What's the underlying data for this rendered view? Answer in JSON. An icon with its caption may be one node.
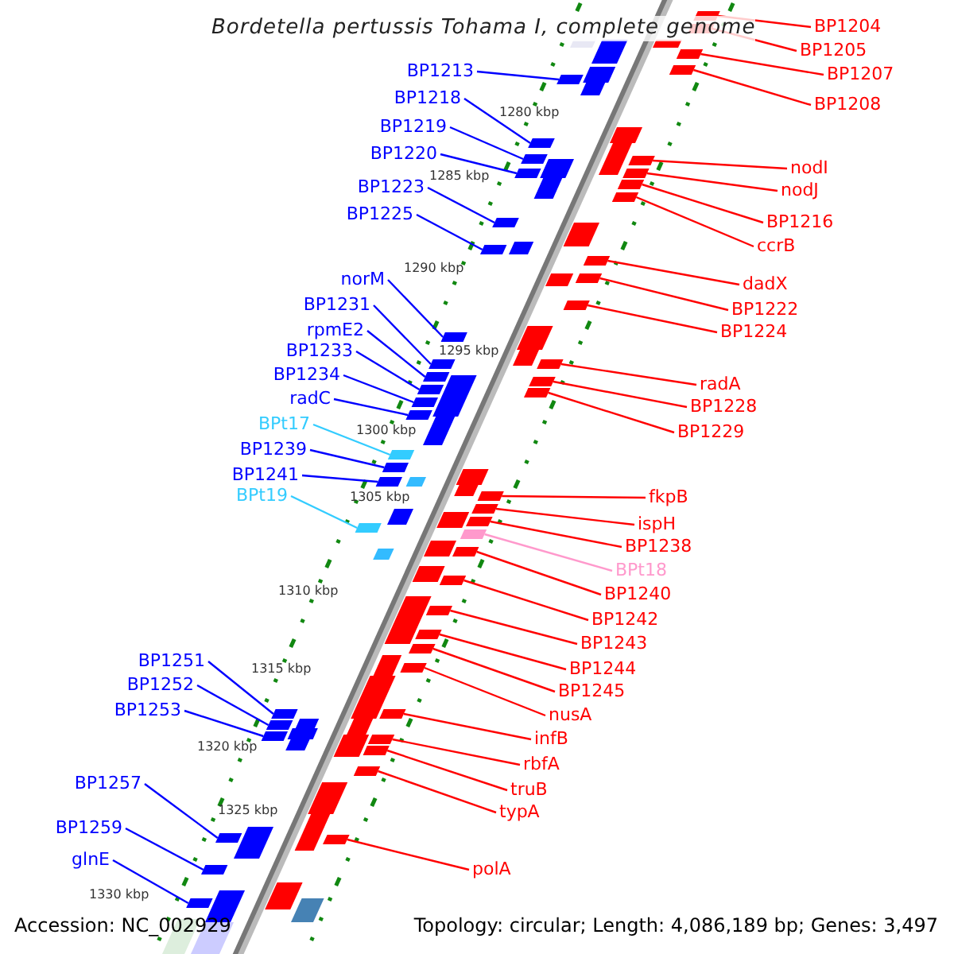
{
  "diagram": {
    "title": "Bordetella pertussis Tohama I, complete genome",
    "nodes": [
      {
        "text": [
          "BP1213"
        ]
      },
      {
        "text": [
          "BP1218"
        ]
      },
      {
        "text": [
          "BP1219"
        ]
      },
      {
        "text": [
          "BP1220"
        ]
      },
      {
        "text": [
          "BP1223"
        ]
      },
      {
        "text": [
          "BP1225"
        ]
      },
      {
        "text": [
          "norM"
        ]
      },
      {
        "text": [
          "BP1231"
        ]
      },
      {
        "text": [
          "rpmE2"
        ]
      },
      {
        "text": [
          "BP1233"
        ]
      },
      {
        "text": [
          "BP1234"
        ]
      },
      {
        "text": [
          "radC"
        ]
      },
      {
        "text": [
          "BPt17"
        ]
      },
      {
        "text": [
          "BP1239"
        ]
      },
      {
        "text": [
          "BP1241"
        ]
      },
      {
        "text": [
          "BPt19"
        ]
      },
      {
        "text": [
          "BP1251"
        ]
      },
      {
        "text": [
          "BP1252"
        ]
      },
      {
        "text": [
          "BP1253"
        ]
      },
      {
        "text": [
          "BP1257"
        ]
      },
      {
        "text": [
          "BP1259"
        ]
      },
      {
        "text": [
          "glnE"
        ]
      },
      {
        "text": [
          "BP1204"
        ]
      },
      {
        "text": [
          "BP1205"
        ]
      },
      {
        "text": [
          "BP1207"
        ]
      },
      {
        "text": [
          "BP1208"
        ]
      },
      {
        "text": [
          "nodI"
        ]
      },
      {
        "text": [
          "nodJ"
        ]
      },
      {
        "text": [
          "BP1216"
        ]
      },
      {
        "text": [
          "ccrB"
        ]
      },
      {
        "text": [
          "dadX"
        ]
      },
      {
        "text": [
          "BP1222"
        ]
      },
      {
        "text": [
          "BP1224"
        ]
      },
      {
        "text": [
          "radA"
        ]
      },
      {
        "text": [
          "BP1228"
        ]
      },
      {
        "text": [
          "BP1229"
        ]
      },
      {
        "text": [
          "fkpB"
        ]
      },
      {
        "text": [
          "ispH"
        ]
      },
      {
        "text": [
          "BP1238"
        ]
      },
      {
        "text": [
          "BPt18"
        ]
      },
      {
        "text": [
          "BP1240"
        ]
      },
      {
        "text": [
          "BP1242"
        ]
      },
      {
        "text": [
          "BP1243"
        ]
      },
      {
        "text": [
          "BP1244"
        ]
      },
      {
        "text": [
          "BP1245"
        ]
      },
      {
        "text": [
          "nusA"
        ]
      },
      {
        "text": [
          "infB"
        ]
      },
      {
        "text": [
          "rbfA"
        ]
      },
      {
        "text": [
          "truB"
        ]
      },
      {
        "text": [
          "typA"
        ]
      },
      {
        "text": [
          "polA"
        ]
      },
      {
        "text": [],
        "shape": "box"
      },
      {
        "text": [],
        "shape": "box"
      },
      {
        "text": [],
        "shape": "box"
      },
      {
        "text": [],
        "shape": "box"
      },
      {
        "text": [],
        "shape": "box"
      },
      {
        "text": [],
        "shape": "box"
      },
      {
        "text": [],
        "shape": "box"
      },
      {
        "text": [],
        "shape": "box"
      },
      {
        "text": [],
        "shape": "box"
      },
      {
        "text": [],
        "shape": "box"
      },
      {
        "text": [],
        "shape": "box"
      },
      {
        "text": [],
        "shape": "box"
      },
      {
        "text": [],
        "shape": "box"
      },
      {
        "text": [],
        "shape": "box"
      },
      {
        "text": [],
        "shape": "box"
      },
      {
        "text": [],
        "shape": "box"
      },
      {
        "text": [],
        "shape": "box"
      },
      {
        "text": [],
        "shape": "box"
      },
      {
        "text": [],
        "shape": "box"
      },
      {
        "text": [],
        "shape": "box"
      },
      {
        "text": [],
        "shape": "box"
      },
      {
        "text": [],
        "shape": "box"
      },
      {
        "text": [],
        "shape": "box"
      },
      {
        "text": [],
        "shape": "box"
      },
      {
        "text": [],
        "shape": "box"
      },
      {
        "text": [],
        "shape": "box"
      },
      {
        "text": [],
        "shape": "box"
      },
      {
        "text": [],
        "shape": "box"
      },
      {
        "text": [],
        "shape": "box"
      },
      {
        "text": [],
        "shape": "box"
      },
      {
        "text": [],
        "shape": "box"
      },
      {
        "text": [],
        "shape": "box"
      },
      {
        "text": [],
        "shape": "box"
      },
      {
        "text": [],
        "shape": "box"
      },
      {
        "text": [],
        "shape": "box"
      },
      {
        "text": [],
        "shape": "box"
      },
      {
        "text": [],
        "shape": "box"
      },
      {
        "text": [],
        "shape": "box"
      },
      {
        "text": [],
        "shape": "box"
      },
      {
        "text": [],
        "shape": "box"
      },
      {
        "text": [],
        "shape": "box"
      },
      {
        "text": [],
        "shape": "box"
      },
      {
        "text": [],
        "shape": "box"
      },
      {
        "text": [],
        "shape": "box"
      },
      {
        "text": [],
        "shape": "box"
      },
      {
        "text": [],
        "shape": "box"
      },
      {
        "text": [],
        "shape": "box"
      },
      {
        "text": [],
        "shape": "box"
      },
      {
        "text": [],
        "shape": "box"
      },
      {
        "text": [],
        "shape": "box"
      },
      {
        "text": [],
        "shape": "box"
      }
    ],
    "edges": [
      {
        "from": 0,
        "to": 51,
        "arrow": "none",
        "color": "#0000ff"
      },
      {
        "from": 1,
        "to": 52,
        "arrow": "none",
        "color": "#0000ff"
      },
      {
        "from": 2,
        "to": 53,
        "arrow": "none",
        "color": "#0000ff"
      },
      {
        "from": 3,
        "to": 54,
        "arrow": "none",
        "color": "#0000ff"
      },
      {
        "from": 4,
        "to": 55,
        "arrow": "none",
        "color": "#0000ff"
      },
      {
        "from": 5,
        "to": 56,
        "arrow": "none",
        "color": "#0000ff"
      },
      {
        "from": 6,
        "to": 57,
        "arrow": "none",
        "color": "#0000ff"
      },
      {
        "from": 7,
        "to": 58,
        "arrow": "none",
        "color": "#0000ff"
      },
      {
        "from": 8,
        "to": 59,
        "arrow": "none",
        "color": "#0000ff"
      },
      {
        "from": 9,
        "to": 60,
        "arrow": "none",
        "color": "#0000ff"
      },
      {
        "from": 10,
        "to": 61,
        "arrow": "none",
        "color": "#0000ff"
      },
      {
        "from": 11,
        "to": 62,
        "arrow": "none",
        "color": "#0000ff"
      },
      {
        "from": 12,
        "to": 63,
        "arrow": "none",
        "color": "#33ccff"
      },
      {
        "from": 13,
        "to": 64,
        "arrow": "none",
        "color": "#0000ff"
      },
      {
        "from": 14,
        "to": 65,
        "arrow": "none",
        "color": "#0000ff"
      },
      {
        "from": 15,
        "to": 66,
        "arrow": "none",
        "color": "#33ccff"
      },
      {
        "from": 16,
        "to": 67,
        "arrow": "none",
        "color": "#0000ff"
      },
      {
        "from": 17,
        "to": 68,
        "arrow": "none",
        "color": "#0000ff"
      },
      {
        "from": 18,
        "to": 69,
        "arrow": "none",
        "color": "#0000ff"
      },
      {
        "from": 19,
        "to": 70,
        "arrow": "none",
        "color": "#0000ff"
      },
      {
        "from": 20,
        "to": 71,
        "arrow": "none",
        "color": "#0000ff"
      },
      {
        "from": 21,
        "to": 72,
        "arrow": "none",
        "color": "#0000ff"
      },
      {
        "from": 22,
        "to": 73,
        "arrow": "none"
      },
      {
        "from": 23,
        "to": 74,
        "arrow": "none"
      },
      {
        "from": 24,
        "to": 75,
        "arrow": "none"
      },
      {
        "from": 25,
        "to": 76,
        "arrow": "none"
      },
      {
        "from": 26,
        "to": 77,
        "arrow": "none"
      },
      {
        "from": 27,
        "to": 78,
        "arrow": "none"
      },
      {
        "from": 28,
        "to": 79,
        "arrow": "none"
      },
      {
        "from": 29,
        "to": 80,
        "arrow": "none"
      },
      {
        "from": 30,
        "to": 81,
        "arrow": "none"
      },
      {
        "from": 31,
        "to": 82,
        "arrow": "none"
      },
      {
        "from": 32,
        "to": 83,
        "arrow": "none"
      },
      {
        "from": 33,
        "to": 84,
        "arrow": "none"
      },
      {
        "from": 34,
        "to": 85,
        "arrow": "none"
      },
      {
        "from": 35,
        "to": 86,
        "arrow": "none"
      },
      {
        "from": 36,
        "to": 87,
        "arrow": "none"
      },
      {
        "from": 37,
        "to": 88,
        "arrow": "none"
      },
      {
        "from": 38,
        "to": 89,
        "arrow": "none"
      },
      {
        "from": 39,
        "to": 90,
        "arrow": "none",
        "color": "#ff99cc"
      },
      {
        "from": 40,
        "to": 91,
        "arrow": "none"
      },
      {
        "from": 41,
        "to": 92,
        "arrow": "none"
      },
      {
        "from": 42,
        "to": 93,
        "arrow": "none"
      },
      {
        "from": 43,
        "to": 94,
        "arrow": "none"
      },
      {
        "from": 44,
        "to": 95,
        "arrow": "none"
      },
      {
        "from": 45,
        "to": 96,
        "arrow": "none"
      },
      {
        "from": 46,
        "to": 97,
        "arrow": "none"
      },
      {
        "from": 47,
        "to": 98,
        "arrow": "none"
      },
      {
        "from": 48,
        "to": 99,
        "arrow": "none"
      },
      {
        "from": 49,
        "to": 100,
        "arrow": "none"
      },
      {
        "from": 50,
        "to": 101,
        "arrow": "none"
      }
    ],
    "labels": [
      "1280 kbp",
      "1285 kbp",
      "1290 kbp",
      "1295 kbp",
      "1300 kbp",
      "1305 kbp",
      "1310 kbp",
      "1315 kbp",
      "1320 kbp",
      "1325 kbp",
      "1330 kbp",
      "Accession: NC_002929",
      "Topology: circular; Length: 4,086,189 bp; Genes: 3,497"
    ]
  }
}
